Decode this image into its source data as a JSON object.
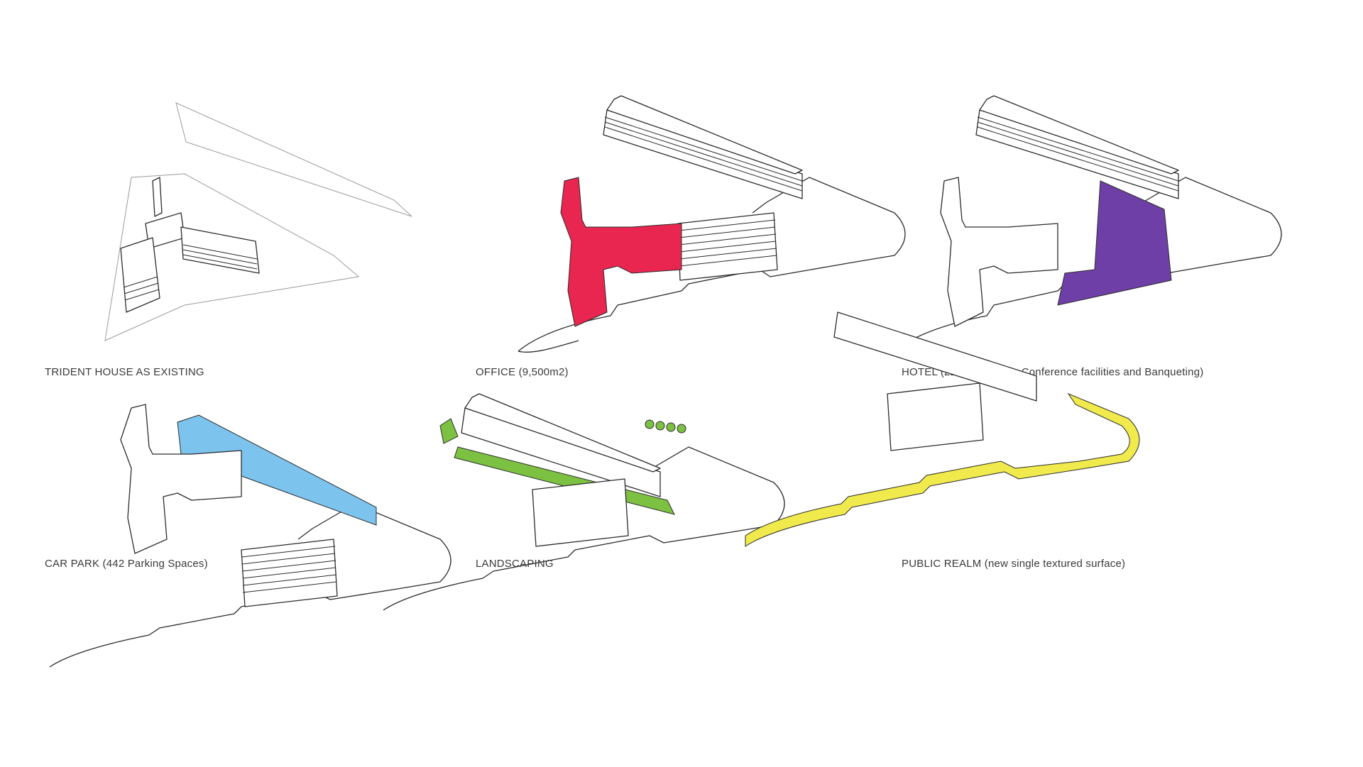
{
  "captions": {
    "existing": "TRIDENT HOUSE AS EXISTING",
    "office": "OFFICE (9,500m2)",
    "hotel": "HOTEL (220 Bedrooms, Conference facilities and Banqueting)",
    "car_park": "CAR PARK (442 Parking Spaces)",
    "landscaping": "LANDSCAPING",
    "public_realm": "PUBLIC REALM (new single textured surface)"
  },
  "colors": {
    "office": "#e8264f",
    "hotel": "#6f3fa8",
    "car_park": "#7cc4ee",
    "landscaping": "#7dc142",
    "public_realm": "#f0ea4c"
  }
}
